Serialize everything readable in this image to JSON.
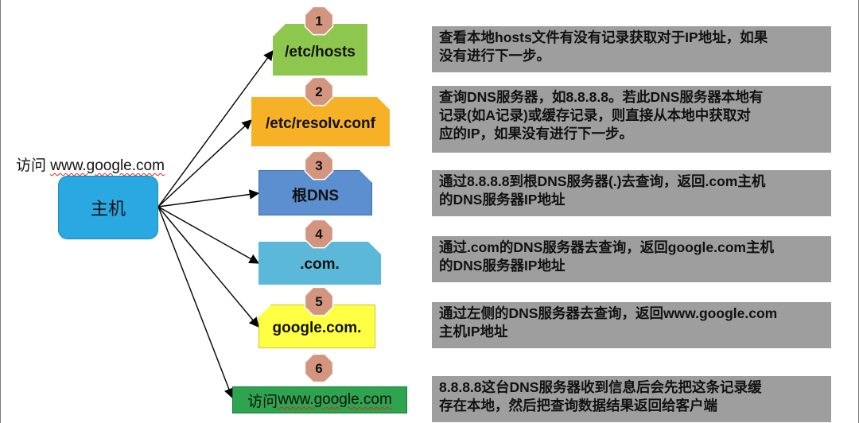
{
  "visit_label": {
    "prefix": "访问 ",
    "url": "www.google.com"
  },
  "host": {
    "label": "主机"
  },
  "steps": [
    {
      "number": "1",
      "box_label": "/etc/hosts",
      "box_color": "#8ec74d",
      "description": [
        "查看本地hosts文件有没有记录获取对于IP地址，如果",
        "没有进行下一步。"
      ]
    },
    {
      "number": "2",
      "box_label": "/etc/resolv.conf",
      "box_color": "#f6b127",
      "description": [
        "查询DNS服务器，如8.8.8.8。若此DNS服务器本地有",
        "记录(如A记录)或缓存记录，则直接从本地中获取对",
        "应的IP，如果没有进行下一步。"
      ]
    },
    {
      "number": "3",
      "box_label": "根DNS",
      "box_color": "#5b8fd0",
      "description": [
        "通过8.8.8.8到根DNS服务器(.)去查询，返回.com主机",
        "的DNS服务器IP地址"
      ]
    },
    {
      "number": "4",
      "box_label": ".com.",
      "box_color": "#5bb8d8",
      "description": [
        "通过.com的DNS服务器去查询，返回google.com主机",
        "的DNS服务器IP地址"
      ]
    },
    {
      "number": "5",
      "box_label": "google.com.",
      "box_color": "#ffff44",
      "description": [
        "通过左侧的DNS服务器去查询，返回www.google.com",
        "主机IP地址"
      ]
    },
    {
      "number": "6",
      "box_label_prefix": "访问 ",
      "box_label_url": "www.google.com",
      "box_color": "#2fa44f",
      "description": [
        "8.8.8.8这台DNS服务器收到信息后会先把这条记录缓",
        "存在本地，然后把查询数据结果返回给客户端"
      ]
    }
  ],
  "colors": {
    "host": "#2aa8e2",
    "badge": "#d4957f",
    "description_bg": "#9e9e9e",
    "arrow": "#000000"
  }
}
